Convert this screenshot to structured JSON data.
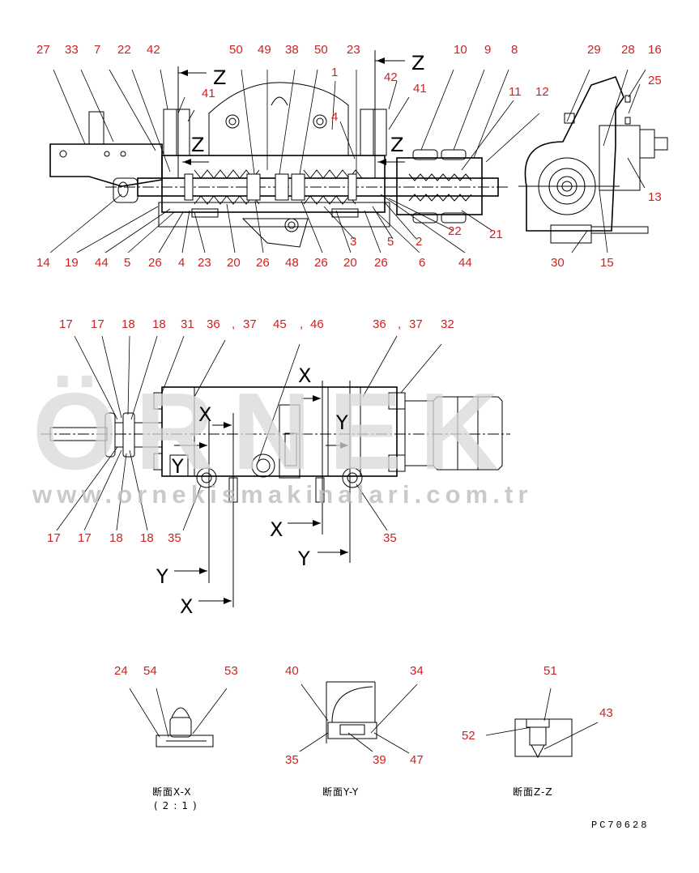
{
  "watermark": {
    "brand": "ÖRNEK",
    "url": "www.ornekismakinalari.com.tr"
  },
  "drawing_code": "PC70628",
  "section_titles": {
    "xx": "断面X-X",
    "xx_scale": "(2:1)",
    "yy": "断面Y-Y",
    "zz": "断面Z-Z"
  },
  "section_markers": {
    "x": "X",
    "y": "Y",
    "z": "Z"
  },
  "colors": {
    "callout": "#cc2222",
    "line": "#000000",
    "watermark": "#d9d9d9"
  },
  "top_view_labels": [
    "27",
    "33",
    "7",
    "22",
    "42",
    "50",
    "49",
    "38",
    "50",
    "23",
    "10",
    "9",
    "8",
    "29",
    "28",
    "16",
    "25",
    "42",
    "41",
    "41",
    "1",
    "4",
    "11",
    "12",
    "13",
    "14",
    "19",
    "44",
    "5",
    "26",
    "4",
    "23",
    "20",
    "26",
    "48",
    "26",
    "20",
    "3",
    "26",
    "5",
    "2",
    "22",
    "6",
    "21",
    "44",
    "30",
    "15"
  ],
  "middle_view_labels": [
    "17",
    "17",
    "18",
    "18",
    "31",
    "36",
    ",",
    "37",
    "45",
    ",",
    "46",
    "36",
    ",",
    "37",
    "32",
    "17",
    "17",
    "18",
    "18",
    "35",
    "35"
  ],
  "bottom_view_labels": [
    "24",
    "54",
    "53",
    "40",
    "34",
    "51",
    "43",
    "52",
    "35",
    "39",
    "47"
  ]
}
